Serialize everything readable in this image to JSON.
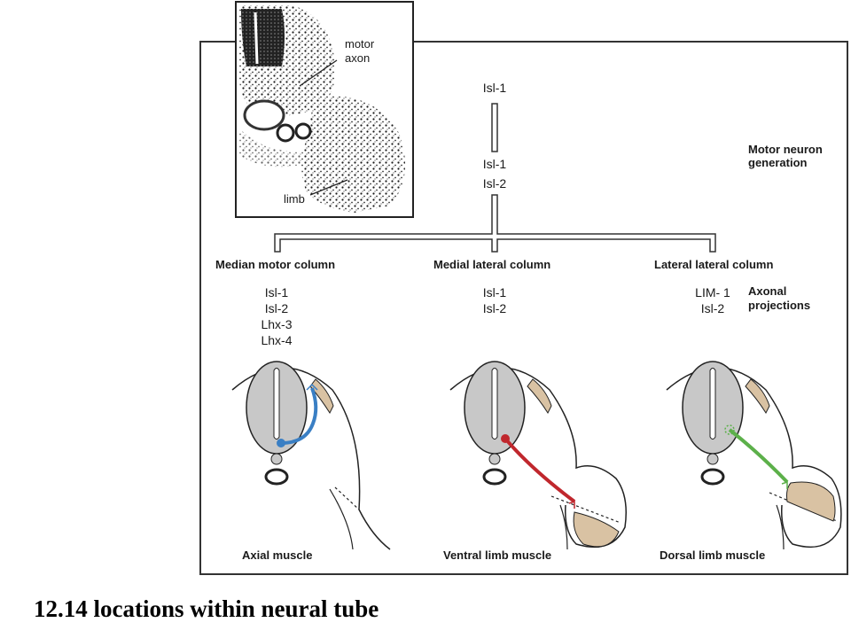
{
  "micrograph": {
    "label_motor_axon": [
      "motor",
      "axon"
    ],
    "label_limb": "limb"
  },
  "top_gene": "Isl-1",
  "stem_genes": [
    "Isl-1",
    "Isl-2"
  ],
  "side_labels": {
    "motor_neuron_generation": [
      "Motor neuron",
      "generation"
    ],
    "axonal_projections": [
      "Axonal",
      "projections"
    ]
  },
  "columns": [
    {
      "name": "Median motor column",
      "genes": [
        "Isl-1",
        "Isl-2",
        "Lhx-3",
        "Lhx-4"
      ],
      "muscle": "Axial muscle",
      "color": "#3a7fc4"
    },
    {
      "name": "Medial lateral column",
      "genes": [
        "Isl-1",
        "Isl-2"
      ],
      "muscle": "Ventral limb muscle",
      "color": "#c0272d"
    },
    {
      "name": "Lateral lateral column",
      "genes": [
        "LIM- 1",
        "Isl-2"
      ],
      "muscle": "Dorsal limb muscle",
      "color": "#5cb04a"
    }
  ],
  "caption": "12.14 locations within neural tube"
}
